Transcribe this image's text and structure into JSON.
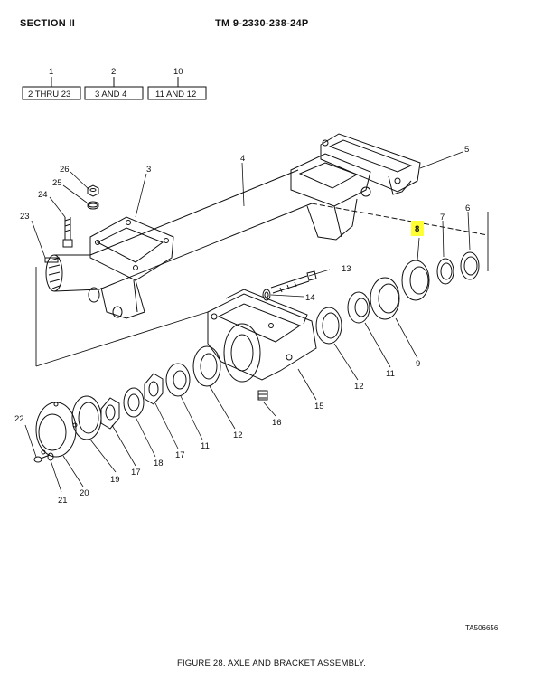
{
  "header": {
    "section": "SECTION  II",
    "tm": "TM  9-2330-238-24P"
  },
  "ref_boxes": [
    {
      "num": "1",
      "label": "2 THRU 23"
    },
    {
      "num": "2",
      "label": "3 AND 4"
    },
    {
      "num": "10",
      "label": "11 AND 12"
    }
  ],
  "callouts": [
    "1",
    "2",
    "3",
    "4",
    "5",
    "6",
    "7",
    "8",
    "9",
    "10",
    "11",
    "12",
    "13",
    "14",
    "15",
    "16",
    "17",
    "18",
    "19",
    "20",
    "21",
    "22",
    "23",
    "24",
    "25",
    "26"
  ],
  "highlight": {
    "callout": "8",
    "color": "#ffff33"
  },
  "illustration_code": "TA506656",
  "caption": "FIGURE 28. AXLE AND BRACKET ASSEMBLY."
}
